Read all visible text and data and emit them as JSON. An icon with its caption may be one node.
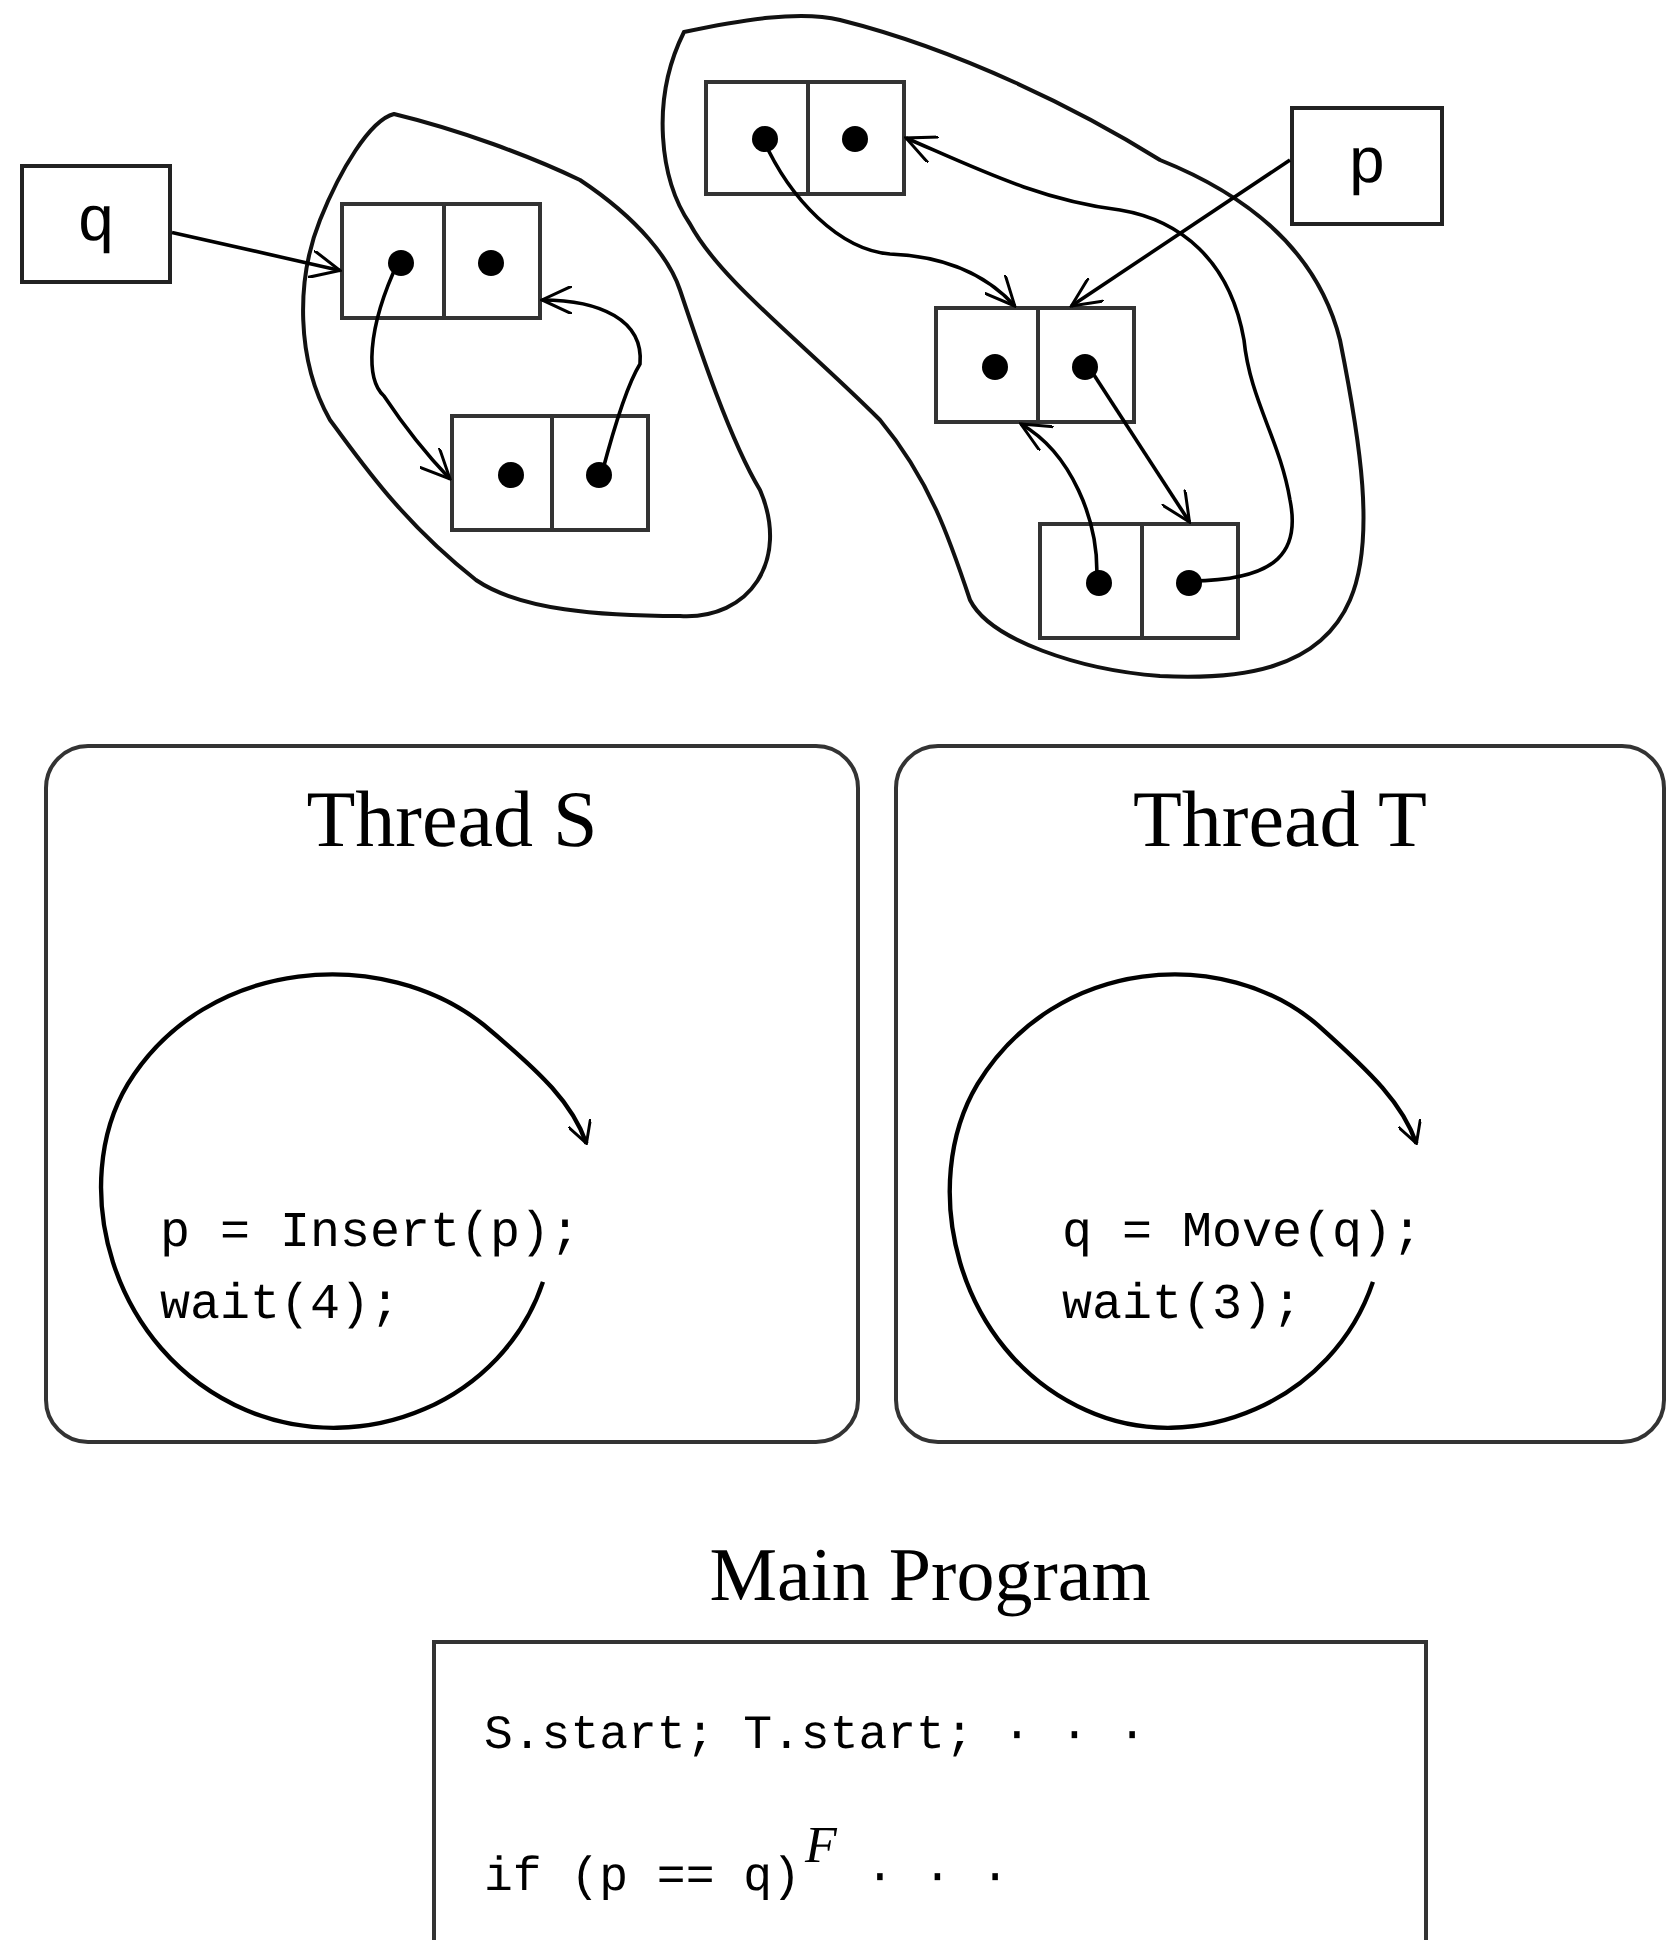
{
  "diagram": {
    "nodes": [
      {
        "text": [
          "q"
        ]
      },
      {
        "text": [],
        "shape": "cloud"
      },
      {
        "text": [],
        "shape": "box",
        "in": 1
      },
      {
        "text": [],
        "shape": "box",
        "in": 1
      },
      {
        "text": [],
        "shape": "cloud"
      },
      {
        "text": [],
        "shape": "box",
        "in": 4
      },
      {
        "text": [
          "p"
        ]
      },
      {
        "text": [],
        "shape": "box",
        "in": 4
      },
      {
        "text": [],
        "shape": "box",
        "in": 4
      },
      {
        "text": [
          "Thread S",
          "p = Insert(p); wait(4);"
        ]
      },
      {
        "text": [
          "Thread T",
          "q = Move(q); wait(3);"
        ]
      },
      {
        "text": [
          "Main Program",
          "S.start; T.start; · · ·",
          "if (p == q)$^{F}$ · · ·"
        ]
      }
    ],
    "edges": [
      {
        "from": 0,
        "to": 2,
        "arrow": "to"
      },
      {
        "from": 2,
        "to": 3,
        "arrow": "to"
      },
      {
        "from": 3,
        "to": 2,
        "arrow": "to"
      },
      {
        "from": 6,
        "to": 7,
        "arrow": "to"
      },
      {
        "from": 5,
        "to": 7,
        "arrow": "to"
      },
      {
        "from": 7,
        "to": 8,
        "arrow": "to"
      },
      {
        "from": 8,
        "to": 7,
        "arrow": "to"
      },
      {
        "from": 8,
        "to": 5,
        "arrow": "to"
      }
    ]
  }
}
